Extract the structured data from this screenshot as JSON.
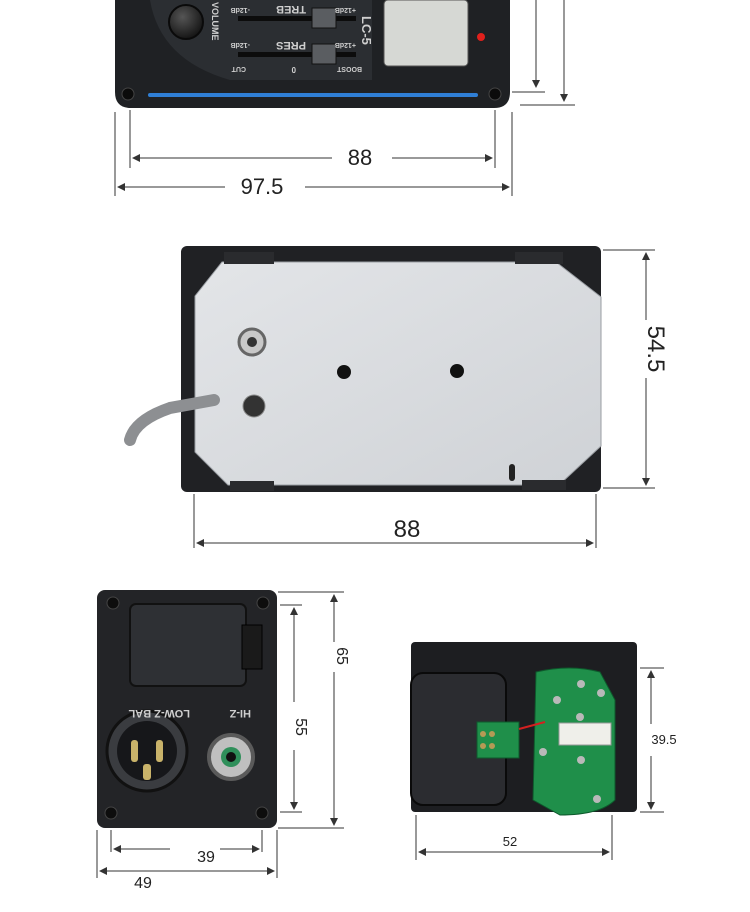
{
  "top_unit": {
    "panel_labels": {
      "volume": "VOLUME",
      "treb": "TREB",
      "pres": "PRES",
      "model": "LC-5",
      "treb_plus": "+12dB",
      "treb_minus": "-12dB",
      "pres_plus": "+12dB",
      "pres_minus": "-12dB",
      "cut": "CUT",
      "zero": "0",
      "boost": "BOOST"
    },
    "dim_inner_width": "88",
    "dim_outer_width": "97.5"
  },
  "back_plate": {
    "dim_height": "54.5",
    "dim_width": "88"
  },
  "jack_panel": {
    "labels": {
      "low_z": "LOW-Z BAL",
      "hi_z": "HI-Z"
    },
    "dim_outer_height": "65",
    "dim_inner_height": "55",
    "dim_inner_width": "39",
    "dim_outer_width": "49"
  },
  "pcb_unit": {
    "dim_height": "39.5",
    "dim_width": "52"
  },
  "colors": {
    "panel_black": "#1f2124",
    "blue_led_strip": "#2f7fd6",
    "plate_grey": "#d9dcdf",
    "pcb_green": "#1f8f4a",
    "red_led": "#e0201c"
  }
}
